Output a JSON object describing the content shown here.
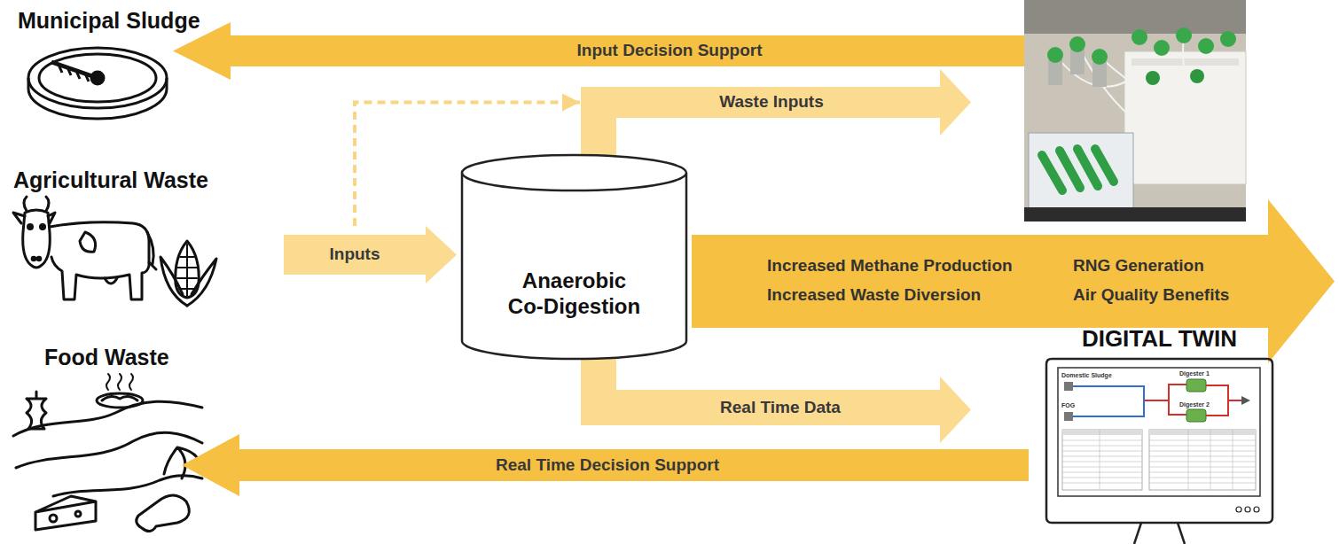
{
  "diagram": {
    "nodes": [
      {
        "text": [
          "Input Decision Support"
        ]
      },
      {
        "text": [
          "Waste Inputs"
        ]
      },
      {
        "text": [
          "Inputs"
        ]
      },
      {
        "text": [
          "Anaerobic Co-Digestion"
        ]
      },
      {
        "text": [
          "Increased Methane Production",
          "RNG Generation",
          "Increased Waste Diversion",
          "Air Quality Benefits"
        ]
      },
      {
        "text": [
          "Real Time Data"
        ]
      },
      {
        "text": [
          "Real Time Decision Support"
        ]
      },
      {
        "text": [
          "DIGITAL TWIN",
          "Domestic Sludge",
          "Digester 1",
          "FOG",
          "Digester 2"
        ]
      }
    ],
    "edges": [
      {
        "from": 2,
        "to": 1,
        "arrow": "to"
      }
    ],
    "labels": [
      "Municipal Sludge",
      "Agricultural Waste",
      "Food Waste"
    ]
  }
}
